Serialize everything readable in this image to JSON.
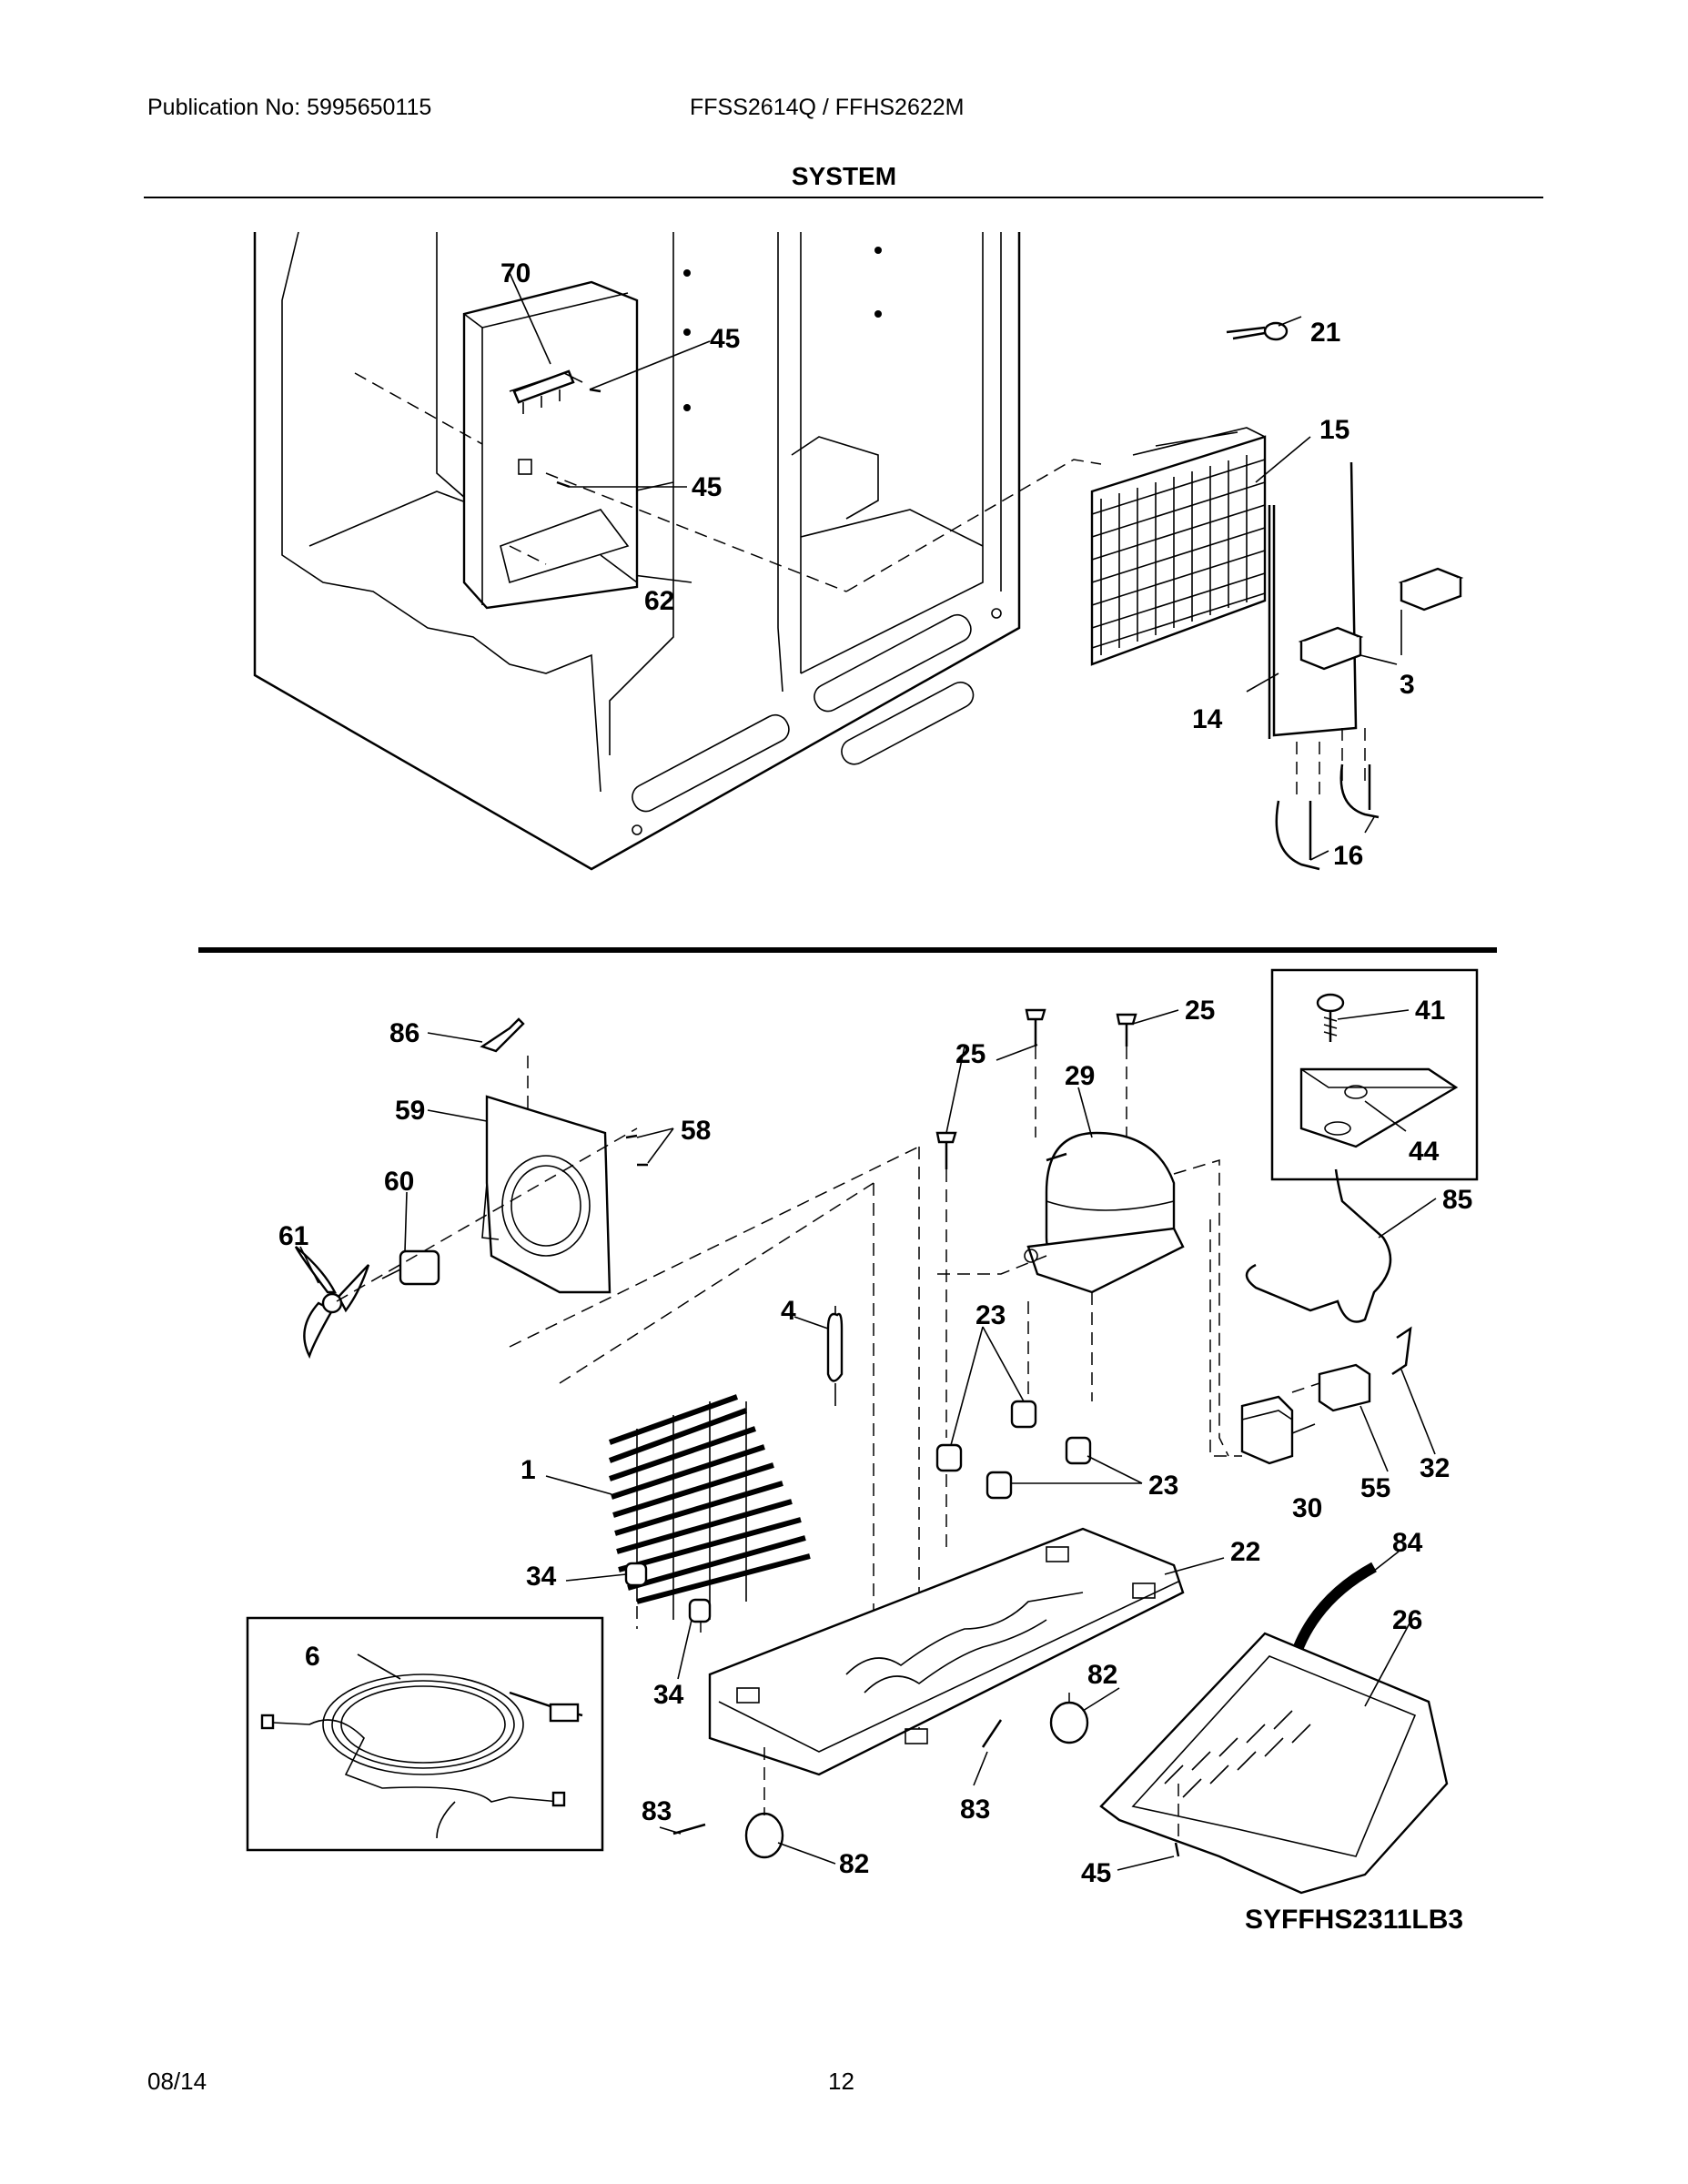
{
  "header": {
    "publication": "Publication No: 5995650115",
    "model": "FFSS2614Q / FFHS2622M",
    "title": "SYSTEM"
  },
  "footer": {
    "date": "08/14",
    "page": "12",
    "diagram_code": "SYFFHS2311LB3"
  },
  "callouts": {
    "c70": "70",
    "c45a": "45",
    "c45b": "45",
    "c62": "62",
    "c21": "21",
    "c15": "15",
    "c3": "3",
    "c14": "14",
    "c16": "16",
    "c86": "86",
    "c59": "59",
    "c58": "58",
    "c60": "60",
    "c61": "61",
    "c25a": "25",
    "c25b": "25",
    "c29": "29",
    "c41": "41",
    "c44": "44",
    "c85": "85",
    "c4": "4",
    "c23a": "23",
    "c23b": "23",
    "c1": "1",
    "c34a": "34",
    "c34b": "34",
    "c6": "6",
    "c22": "22",
    "c30": "30",
    "c55": "55",
    "c32": "32",
    "c84": "84",
    "c26": "26",
    "c82a": "82",
    "c82b": "82",
    "c83a": "83",
    "c83b": "83",
    "c45c": "45"
  }
}
